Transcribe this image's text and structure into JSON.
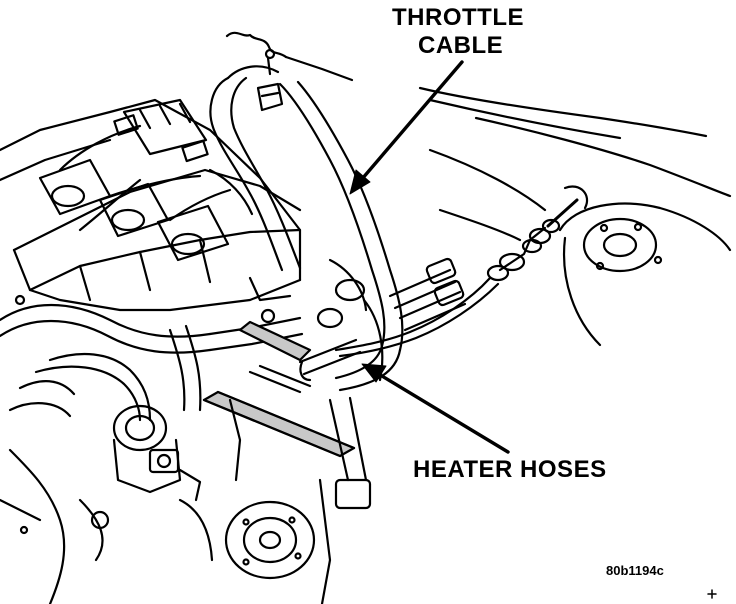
{
  "labels": {
    "throttle_cable_line1": "THROTTLE",
    "throttle_cable_line2": "CABLE",
    "heater_hoses": "HEATER HOSES",
    "figure_code": "80b1194c"
  },
  "colors": {
    "ink": "#000000",
    "paper": "#ffffff",
    "shade": "#c8c8c8"
  }
}
